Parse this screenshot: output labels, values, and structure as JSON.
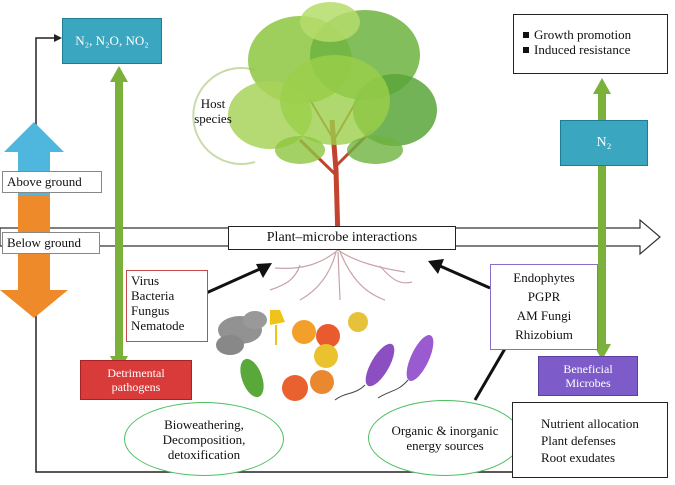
{
  "top_left_box": {
    "text": "N₂, N₂O, NO₂"
  },
  "top_right_box": {
    "items": [
      "Growth promotion",
      "Induced resistance"
    ]
  },
  "host": {
    "line1": "Host",
    "line2": "species"
  },
  "n2_box": {
    "text": "N₂"
  },
  "ground": {
    "above": "Above ground",
    "below": "Below ground"
  },
  "center_label": "Plant–microbe interactions",
  "pathogens_list": [
    "Virus",
    "Bacteria",
    "Fungus",
    "Nematode"
  ],
  "beneficial_list": [
    "Endophytes",
    "PGPR",
    "AM Fungi",
    "Rhizobium"
  ],
  "detrimental": {
    "line1": "Detrimental",
    "line2": "pathogens"
  },
  "beneficial": {
    "line1": "Beneficial",
    "line2": "Microbes"
  },
  "oval_left": {
    "line1": "Bioweathering,",
    "line2": "Decomposition,",
    "line3": "detoxification"
  },
  "oval_right": {
    "line1": "Organic & inorganic",
    "line2": "energy sources"
  },
  "bottom_right_box": {
    "items": [
      "Nutrient allocation",
      "Plant defenses",
      "Root exudates"
    ]
  },
  "colors": {
    "teal": "#3aa6bf",
    "green_arrow": "#7bb03a",
    "orange": "#ee8a2a",
    "light_blue": "#4fb6dd",
    "detrimental": "#d93a3a",
    "beneficial": "#7d5cc9",
    "oval_border": "#4cbf60"
  }
}
